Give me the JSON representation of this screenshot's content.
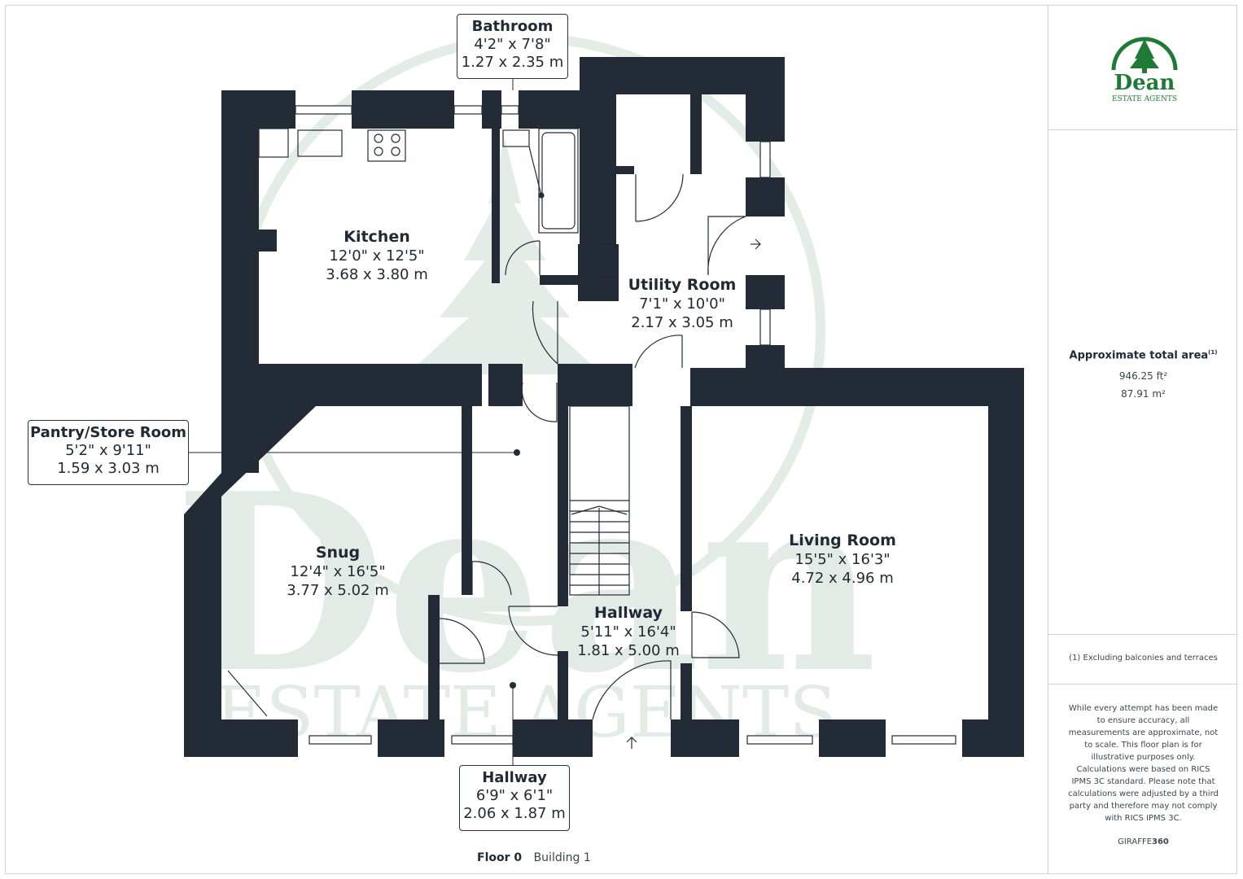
{
  "rooms": {
    "kitchen": {
      "name": "Kitchen",
      "imperial": "12'0\" x 12'5\"",
      "metric": "3.68 x 3.80 m"
    },
    "utility": {
      "name": "Utility Room",
      "imperial": "7'1\" x 10'0\"",
      "metric": "2.17 x 3.05 m"
    },
    "snug": {
      "name": "Snug",
      "imperial": "12'4\" x 16'5\"",
      "metric": "3.77 x 5.02 m"
    },
    "hallway_main": {
      "name": "Hallway",
      "imperial": "5'11\" x 16'4\"",
      "metric": "1.81 x 5.00 m"
    },
    "living": {
      "name": "Living Room",
      "imperial": "15'5\" x 16'3\"",
      "metric": "4.72 x 4.96 m"
    }
  },
  "callouts": {
    "bathroom": {
      "name": "Bathroom",
      "imperial": "4'2\" x 7'8\"",
      "metric": "1.27 x 2.35 m"
    },
    "pantry": {
      "name": "Pantry/Store Room",
      "imperial": "5'2\" x 9'11\"",
      "metric": "1.59 x 3.03 m"
    },
    "hallway_entry": {
      "name": "Hallway",
      "imperial": "6'9\" x 6'1\"",
      "metric": "2.06 x 1.87 m"
    }
  },
  "watermark": {
    "line1": "Dean",
    "line2": "ESTATE AGENTS"
  },
  "logo": {
    "word": "Dean",
    "tagline": "ESTATE AGENTS"
  },
  "sidebar": {
    "area_title": "Approximate total area",
    "area_footnote_mark": "(1)",
    "area_ft": "946.25 ft²",
    "area_m": "87.91 m²",
    "footnote": "(1) Excluding balconies and terraces",
    "disclaimer": "While every attempt has been made to ensure accuracy, all measurements are approximate, not to scale. This floor plan is for illustrative purposes only.",
    "calc_note": "Calculations were based on RICS IPMS 3C standard. Please note that calculations were adjusted by a third party and therefore may not comply with RICS IPMS 3C.",
    "brand_prefix": "GIRAFFE",
    "brand_suffix": "360"
  },
  "footer": {
    "floor": "Floor 0",
    "building": "Building 1"
  },
  "colors": {
    "wall": "#232b36",
    "watermark": "#dfeae2",
    "brand_green": "#1f7a35",
    "text": "#1f2a33"
  }
}
